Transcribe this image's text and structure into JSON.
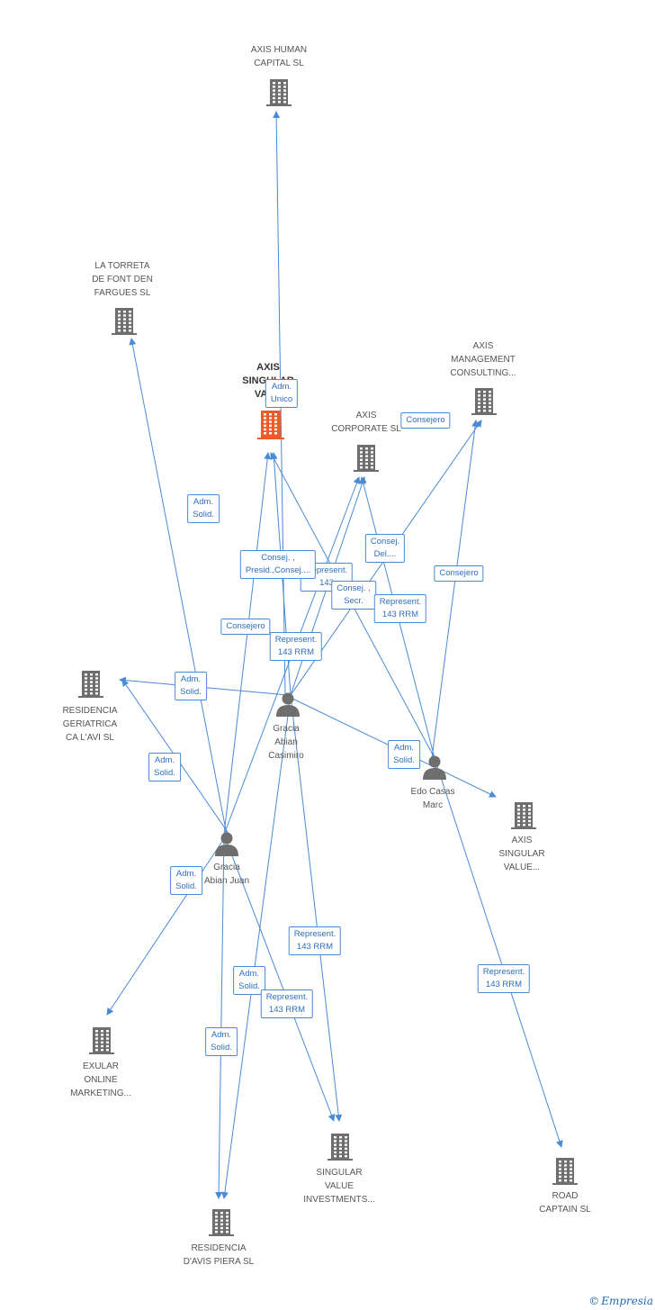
{
  "nodes": [
    {
      "id": "axis_human",
      "type": "company",
      "label": "AXIS HUMAN\nCAPITAL SL"
    },
    {
      "id": "torreta",
      "type": "company",
      "label": "LA TORRETA\nDE FONT DEN\nFARGUES SL"
    },
    {
      "id": "axis_singular_main",
      "type": "company",
      "label": "AXIS\nSINGULAR\nVAL...",
      "focus": true
    },
    {
      "id": "axis_corporate",
      "type": "company",
      "label": "AXIS\nCORPORATE SL"
    },
    {
      "id": "axis_mgmt",
      "type": "company",
      "label": "AXIS\nMANAGEMENT\nCONSULTING..."
    },
    {
      "id": "residencia_ger",
      "type": "company",
      "label": "RESIDENCIA\nGERIATRICA\nCA L'AVI SL"
    },
    {
      "id": "gracia_abian",
      "type": "person",
      "label": "Gracia\nAbian\nCasimiro"
    },
    {
      "id": "edo_casas",
      "type": "person",
      "label": "Edo Casas\nMarc"
    },
    {
      "id": "axis_singular_value",
      "type": "company",
      "label": "AXIS\nSINGULAR\nVALUE..."
    },
    {
      "id": "gracia_juan",
      "type": "person",
      "label": "Gracia\nAbian Juan"
    },
    {
      "id": "exular",
      "type": "company",
      "label": "EXULAR\nONLINE\nMARKETING..."
    },
    {
      "id": "singular_value_inv",
      "type": "company",
      "label": "SINGULAR\nVALUE\nINVESTMENTS..."
    },
    {
      "id": "road_captain",
      "type": "company",
      "label": "ROAD\nCAPTAIN SL"
    },
    {
      "id": "residencia_avis",
      "type": "company",
      "label": "RESIDENCIA\nD'AVIS PIERA SL"
    }
  ],
  "edges": [
    {
      "from": "gracia_abian",
      "to": "axis_human"
    },
    {
      "from": "gracia_juan",
      "to": "torreta"
    },
    {
      "from": "gracia_abian",
      "to": "axis_singular_main"
    },
    {
      "from": "gracia_juan",
      "to": "axis_singular_main"
    },
    {
      "from": "edo_casas",
      "to": "axis_singular_main"
    },
    {
      "from": "gracia_abian",
      "to": "axis_corporate"
    },
    {
      "from": "gracia_juan",
      "to": "axis_corporate"
    },
    {
      "from": "edo_casas",
      "to": "axis_corporate"
    },
    {
      "from": "gracia_abian",
      "to": "axis_mgmt"
    },
    {
      "from": "edo_casas",
      "to": "axis_mgmt"
    },
    {
      "from": "gracia_abian",
      "to": "residencia_ger"
    },
    {
      "from": "gracia_juan",
      "to": "residencia_ger"
    },
    {
      "from": "gracia_abian",
      "to": "axis_singular_value"
    },
    {
      "from": "gracia_juan",
      "to": "exular"
    },
    {
      "from": "gracia_abian",
      "to": "singular_value_inv"
    },
    {
      "from": "gracia_juan",
      "to": "singular_value_inv"
    },
    {
      "from": "edo_casas",
      "to": "road_captain"
    },
    {
      "from": "gracia_abian",
      "to": "residencia_avis"
    },
    {
      "from": "gracia_juan",
      "to": "residencia_avis"
    }
  ],
  "edge_labels": [
    {
      "id": "el1",
      "text": "Adm.\nUnico"
    },
    {
      "id": "el2",
      "text": "Consejero"
    },
    {
      "id": "el3",
      "text": "Adm.\nSolid."
    },
    {
      "id": "el4",
      "text": "Consej.\nDel...."
    },
    {
      "id": "el5",
      "text": "Consejero"
    },
    {
      "id": "el6",
      "text": "Represent.\n143"
    },
    {
      "id": "el7",
      "text": "Consej. ,\nPresid.,Consej...."
    },
    {
      "id": "el8",
      "text": "Consej. ,\nSecr."
    },
    {
      "id": "el9",
      "text": "Represent.\n143 RRM"
    },
    {
      "id": "el10",
      "text": "Consejero"
    },
    {
      "id": "el11",
      "text": "Represent.\n143 RRM"
    },
    {
      "id": "el12",
      "text": "Adm.\nSolid."
    },
    {
      "id": "el13",
      "text": "Adm.\nSolid."
    },
    {
      "id": "el14",
      "text": "Adm.\nSolid."
    },
    {
      "id": "el15",
      "text": "Adm.\nSolid."
    },
    {
      "id": "el16",
      "text": "Represent.\n143 RRM"
    },
    {
      "id": "el17",
      "text": "Adm.\nSolid."
    },
    {
      "id": "el18",
      "text": "Represent.\n143 RRM"
    },
    {
      "id": "el19",
      "text": "Adm.\nSolid."
    },
    {
      "id": "el20",
      "text": "Represent.\n143 RRM"
    }
  ],
  "colors": {
    "edge": "#4a8bd6",
    "company": "#6e6e6e",
    "focus": "#f05a28",
    "person": "#6e6e6e"
  },
  "footer": {
    "copyright": "©",
    "brand": "Empresia"
  }
}
